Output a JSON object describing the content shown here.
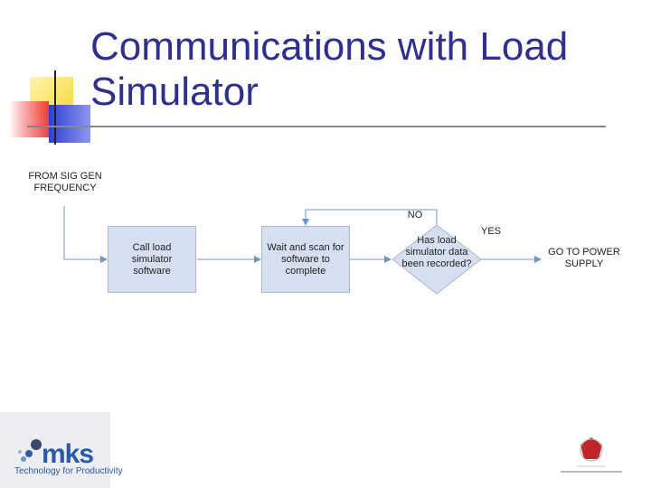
{
  "slide": {
    "title": "Communications with Load Simulator"
  },
  "flowchart": {
    "input_label": "FROM SIG GEN FREQUENCY",
    "step1": "Call load simulator software",
    "step2": "Wait and scan for software to complete",
    "decision": "Has load simulator data been recorded?",
    "no_label": "NO",
    "yes_label": "YES",
    "output_label": "GO TO POWER SUPPLY"
  },
  "footer": {
    "brand": "mks",
    "tagline": "Technology for Productivity"
  },
  "colors": {
    "title": "#2f2f8f",
    "box_fill": "#d5dff0",
    "arrow": "#6f93c8",
    "brand": "#2a5aa8"
  }
}
